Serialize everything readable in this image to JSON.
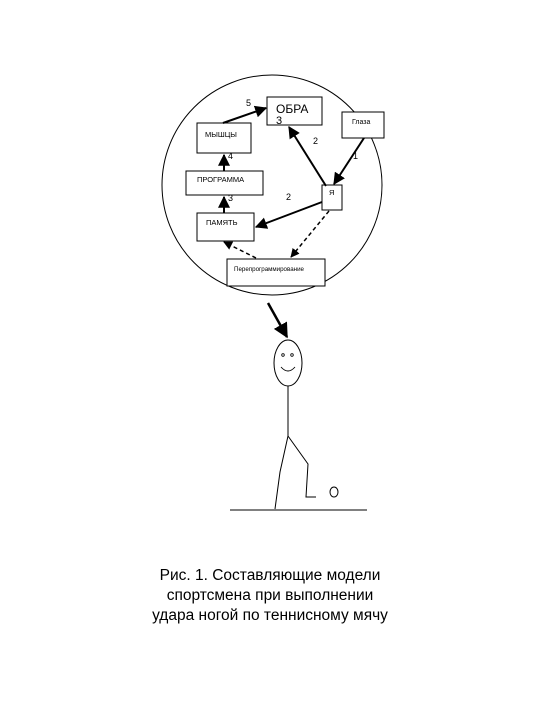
{
  "nodes": {
    "obraz": "ОБРА\n3",
    "glaza": "Глаза",
    "myshtsy": "МЫШЦЫ",
    "programma": "ПРОГРАММА",
    "pamyat": "ПАМЯТЬ",
    "ya": "Я",
    "pereprog": "Перепрограммирование"
  },
  "edge_labels": {
    "myshtsy_obraz": "5",
    "ya_obraz": "2",
    "glaza_ya": "1",
    "programma_myshtsy": "4",
    "pamyat_programma": "3",
    "ya_pamyat": "2"
  },
  "caption": {
    "line1": "Рис. 1. Составляющие модели",
    "line2": "спортсмена при выполнении",
    "line3": "удара ногой по теннисному мячу"
  }
}
